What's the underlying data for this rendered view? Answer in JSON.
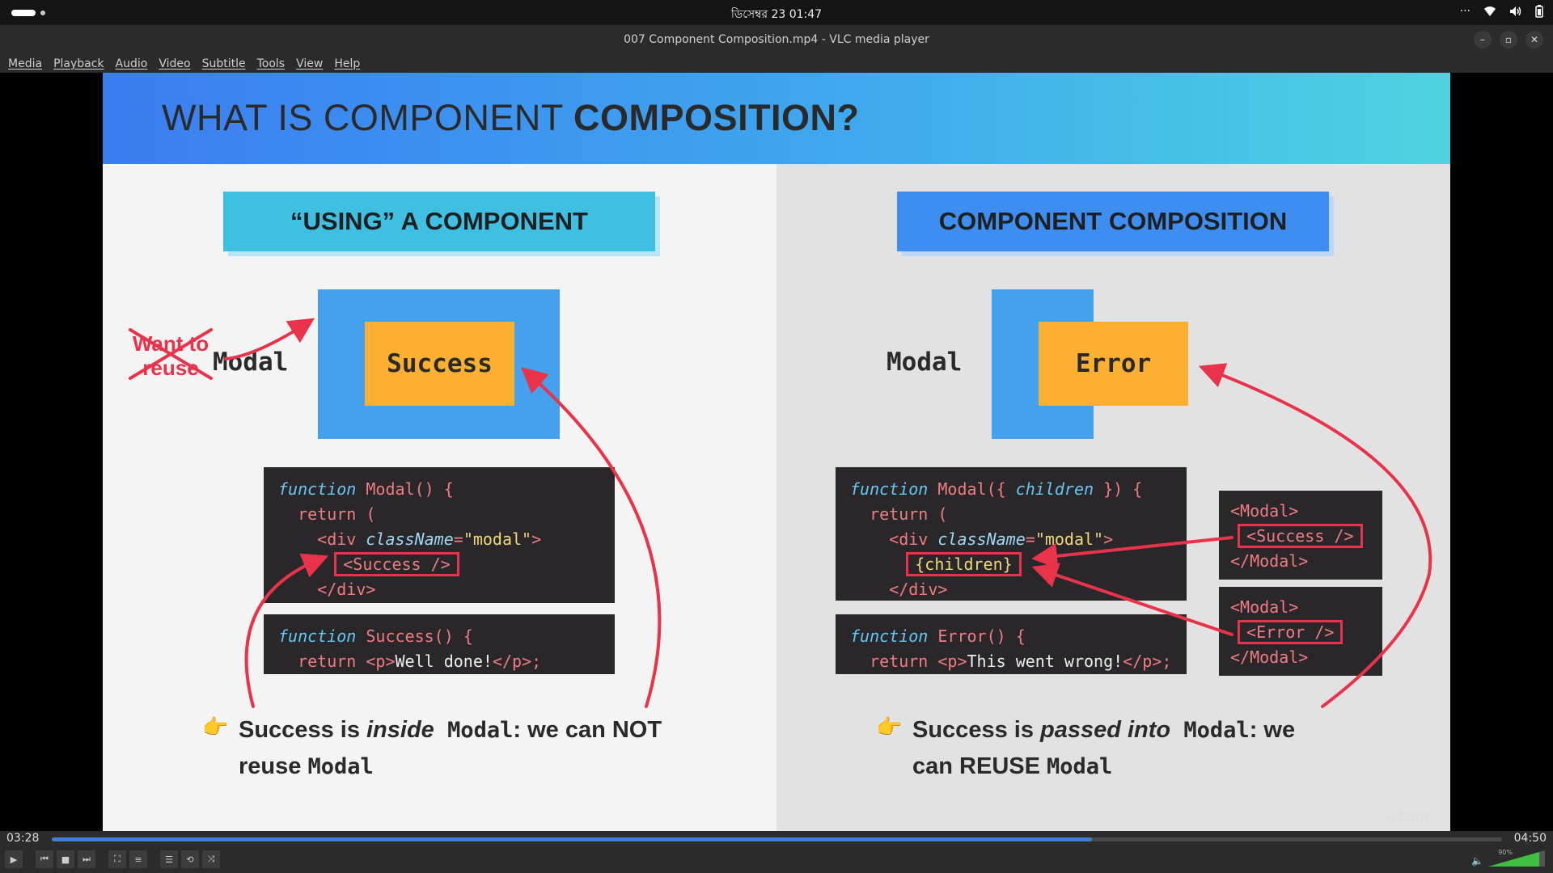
{
  "system": {
    "clock": "ডিসেম্বর 23  01:47",
    "tray_icons": [
      "more-icon",
      "wifi-icon",
      "volume-icon",
      "battery-icon"
    ]
  },
  "window": {
    "title": "007 Component Composition.mp4 - VLC media player",
    "buttons": [
      "–",
      "▫",
      "✕"
    ]
  },
  "menu": [
    "Media",
    "Playback",
    "Audio",
    "Video",
    "Subtitle",
    "Tools",
    "View",
    "Help"
  ],
  "slide": {
    "title_regular": "WHAT IS COMPONENT ",
    "title_bold": "COMPOSITION?",
    "left_heading": "“USING” A COMPONENT",
    "right_heading": "COMPONENT COMPOSITION",
    "left_modal_label": "Modal",
    "right_modal_label": "Modal",
    "left_inner": "Success",
    "right_inner": "Error",
    "want_to_reuse": "Want to reuse",
    "left_code1": {
      "l1_kw": "function",
      "l1_fn": " Modal() {",
      "l2": "return (",
      "l3_tag": "<div ",
      "l3_attr": "className",
      "l3_eq": "=",
      "l3_str": "\"modal\"",
      "l3_end": ">",
      "l4": "<Success />",
      "l5": "</div>"
    },
    "left_code2": {
      "l1_kw": "function",
      "l1_fn": " Success() {",
      "l2_ret": "return ",
      "l2_open": "<p>",
      "l2_text": "Well done!",
      "l2_close": "</p>;"
    },
    "right_code1": {
      "l1_kw": "function",
      "l1_fn": " Modal({ ",
      "l1_arg": "children",
      "l1_end": " }) {",
      "l2": "return (",
      "l3_tag": "<div ",
      "l3_attr": "className",
      "l3_eq": "=",
      "l3_str": "\"modal\"",
      "l3_end": ">",
      "l4": "{children}",
      "l5": "</div>"
    },
    "right_code2": {
      "l1_kw": "function",
      "l1_fn": " Error() {",
      "l2_ret": "return ",
      "l2_open": "<p>",
      "l2_text": "This went wrong!",
      "l2_close": "</p>;"
    },
    "usage1": {
      "open": "<Modal>",
      "inner": "<Success />",
      "close": "</Modal>"
    },
    "usage2": {
      "open": "<Modal>",
      "inner": "<Error />",
      "close": "</Modal>"
    },
    "left_bullet": {
      "a": "Success is ",
      "b": "inside",
      "c": " Modal",
      "d": ": we can NOT",
      "e": "reuse ",
      "f": "Modal"
    },
    "right_bullet": {
      "a": "Success is ",
      "b": "passed into",
      "c": " Modal",
      "d": ": we",
      "e": "can REUSE ",
      "f": "Modal"
    },
    "watermark": "ūdemy"
  },
  "player": {
    "elapsed": "03:28",
    "total": "04:50",
    "progress_fraction": 0.717,
    "volume_label": "90%",
    "volume_fraction": 0.9,
    "accent": "#3d7fd6"
  }
}
